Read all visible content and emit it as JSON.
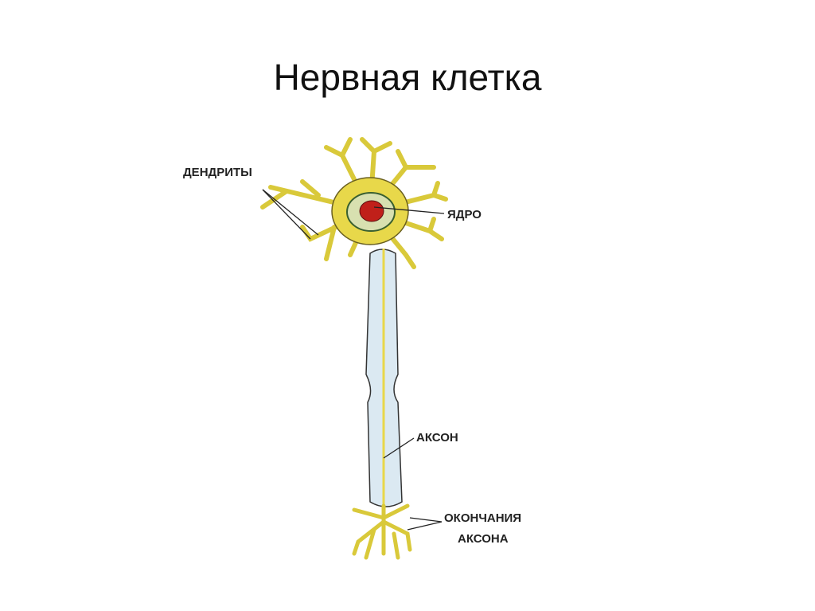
{
  "slide": {
    "title": "Нервная клетка"
  },
  "diagram": {
    "labels": {
      "dendrites": "ДЕНДРИТЫ",
      "nucleus": "ЯДРО",
      "axon": "АКСОН",
      "axon_terminals_line1": "ОКОНЧАНИЯ",
      "axon_terminals_line2": "АКСОНА"
    },
    "colors": {
      "cell_body": "#e8d84a",
      "nucleus": "#c0201a",
      "myelin": "#dbe9f2",
      "outline": "#333333"
    }
  }
}
